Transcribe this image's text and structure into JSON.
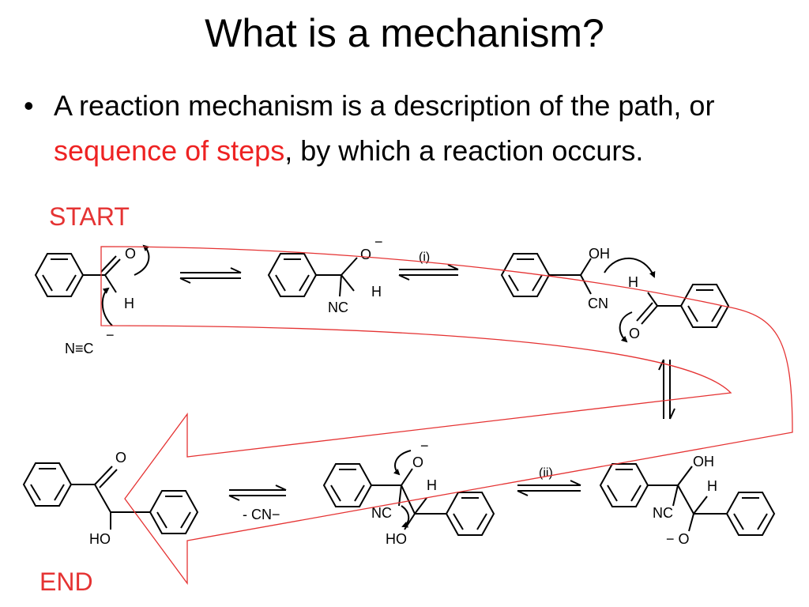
{
  "slide": {
    "title": "What is a mechanism?",
    "bullet": {
      "marker": "•",
      "text_before": "A reaction mechanism is a description of the path, or ",
      "highlight": "sequence of steps",
      "text_after": ", by which a reaction occurs."
    },
    "start_label": "START",
    "end_label": "END"
  },
  "scheme": {
    "atom_labels": {
      "o": "O",
      "h": "H",
      "n_triple_c": "N≡C",
      "minus": "−",
      "nc": "NC",
      "oh": "OH",
      "cn": "CN",
      "ho": "HO",
      "neg_o": "− O"
    },
    "step_labels": {
      "i": "(i)",
      "ii": "(ii)",
      "minus_cn": "- CN−"
    }
  },
  "colors": {
    "accent_red": "#e53333",
    "text": "#000000",
    "bond": "#000000"
  }
}
